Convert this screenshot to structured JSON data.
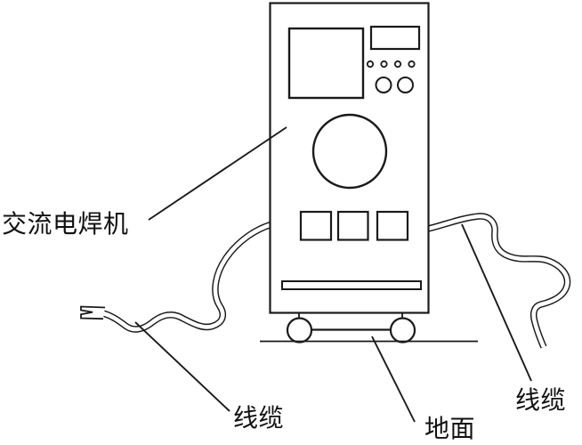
{
  "figure": {
    "type": "patent-line-diagram",
    "background_color": "#ffffff",
    "line_color": "#1a1a1a",
    "labels": {
      "machine": "交流电焊机",
      "cable_left": "线缆",
      "cable_right": "线缆",
      "ground": "地面"
    },
    "components": {
      "machine_cabinet": "AC welding machine cabinet with control panel, display, indicator dots, two knobs, large dial, three square switches, vent slot",
      "wheels": 2,
      "cables": 2,
      "plug": "two-prong plug on left cable end",
      "ground_line": "horizontal ground line under wheels"
    }
  }
}
